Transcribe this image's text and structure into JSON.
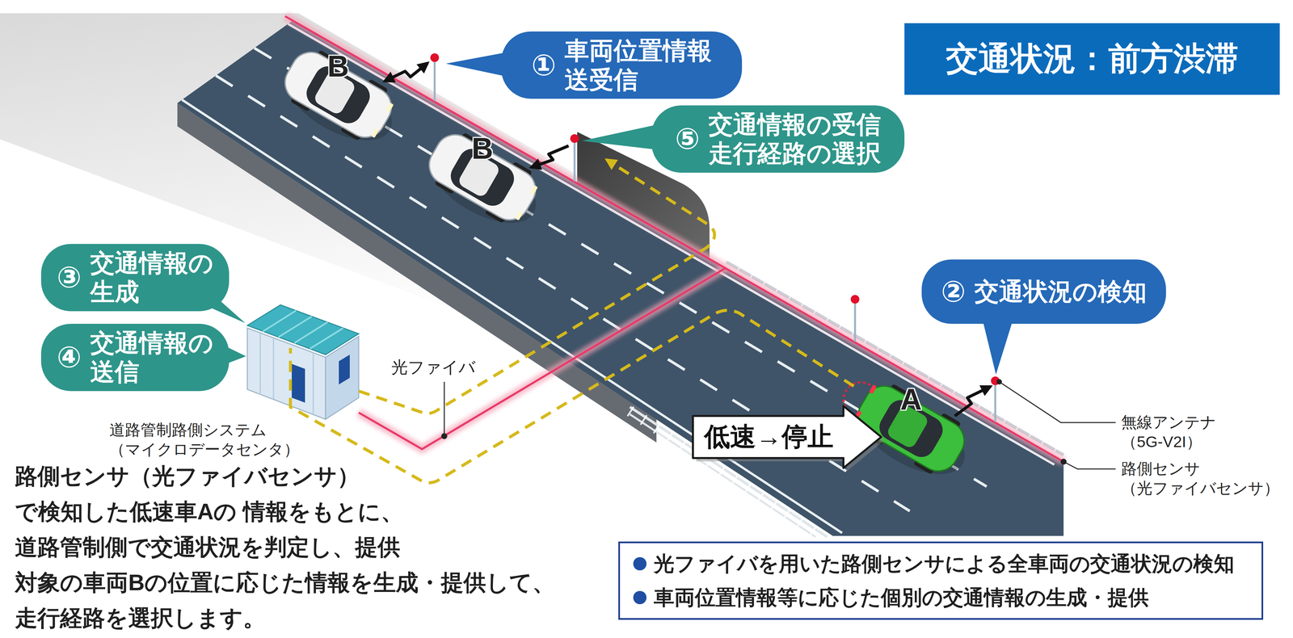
{
  "diagram": {
    "title": "交通状況：前方渋滞",
    "caption": "路側センサ（光ファイバセンサ）で検知した低速車Aの 情報をもとに、道路管制側で交通状況を判定し、提供 対象の車両Bの位置に応じた情報を生成・提供して、 走行経路を選択します。",
    "nodes": [
      {
        "text": [
          "①",
          "車両位置情報 送受信"
        ]
      },
      {
        "text": [
          "⑤",
          "交通情報の受信 走行経路の選択"
        ]
      },
      {
        "text": [
          "③",
          "交通情報の 生成"
        ]
      },
      {
        "text": [
          "②",
          "交通状況の検知"
        ]
      },
      {
        "text": [
          "④",
          "交通情報の 送信"
        ]
      },
      {
        "text": [
          "低速→停止"
        ]
      },
      {
        "text": [
          "光ファイバを用いた路側センサによる全車両の交通状況の検知",
          "車両位置情報等に応じた個別の交通情報の生成・提供"
        ]
      }
    ],
    "labels": [
      "B",
      "B",
      "光ファイバ",
      "A",
      "無線アンテナ （5G-V2I）",
      "道路管制路側システム （マイクロデータセンタ）",
      "路側センサ （光ファイバセンサ）"
    ]
  }
}
